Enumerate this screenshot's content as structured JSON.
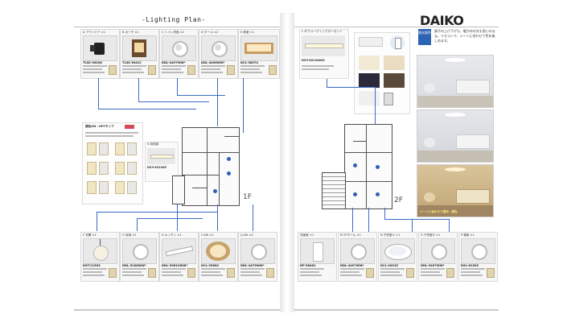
{
  "left_page": {
    "title": "-Lighting Plan-",
    "floor_label": "1F",
    "top_fixtures": [
      {
        "label": "A アウトドア",
        "count": "×1",
        "code": "TLSS-3002K"
      },
      {
        "label": "B ポーチ",
        "count": "×1",
        "code": "TLSS-3041C"
      },
      {
        "label": "C トイレ洗面",
        "count": "×2",
        "code": "DDL-4497WW*"
      },
      {
        "label": "D ホール",
        "count": "×2",
        "code": "DDL-4496WW*"
      },
      {
        "label": "E 和室",
        "count": "×1",
        "code": "DCL-38574"
      }
    ],
    "bottom_fixtures": [
      {
        "label": "F 玄関",
        "count": "×1",
        "code": "DXT-21503"
      },
      {
        "label": "G 収納",
        "count": "×1",
        "code": "DDL-5108WW*"
      },
      {
        "label": "H キッチン",
        "count": "×1",
        "code": "DDL-3961VWW*"
      },
      {
        "label": "I LDK",
        "count": "×1",
        "code": "DCL-39600"
      },
      {
        "label": "J LDK",
        "count": "×4",
        "code": "DDL-4479WW*"
      }
    ],
    "switch_panel_title": "調色ON・OFFタイプ",
    "cove_label": "K 収納部",
    "cove_code": "DSY-4019AY"
  },
  "right_page": {
    "logo": "DAIKO",
    "floor_label": "2F",
    "cove_title": "L 2Fウォークインクローゼット",
    "cove_code": "DSY-4019AWG",
    "feature_tag": "調光調色",
    "feature_text": "調子の上げ下げも、暖かめの光も思いのまま。リモコンで、シーンに合わせて色を楽しめます。",
    "fixtures": [
      {
        "label": "洗面室",
        "count": "×1",
        "code": "DP-36461"
      },
      {
        "label": "M 2Fホール",
        "count": "×1",
        "code": "DDL-4497WW*"
      },
      {
        "label": "N 子供室①",
        "count": "×1",
        "code": "DCL-40015"
      },
      {
        "label": "O 子供室②",
        "count": "×1",
        "code": "DDL-3407WW*"
      },
      {
        "label": "P 寝室",
        "count": "×1",
        "code": "DXL-81303"
      }
    ],
    "photo_caption": "シーンに合わせて調光・調色"
  },
  "colors": {
    "wire": "#3a6bc4",
    "accent_blue": "#2d63b3",
    "plan_line": "#4d4d4d"
  }
}
